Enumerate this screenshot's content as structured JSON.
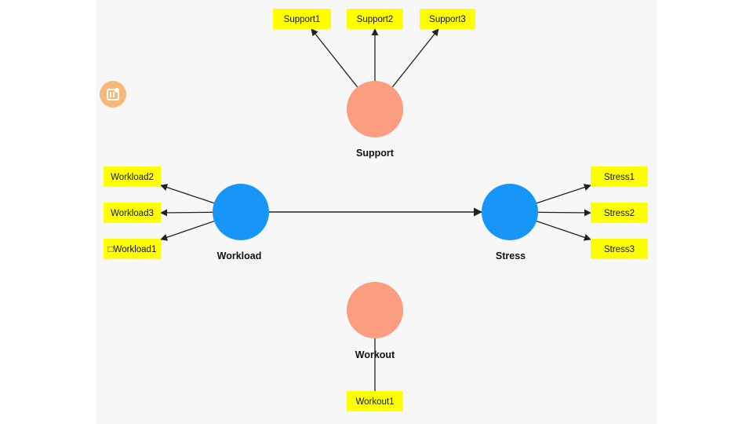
{
  "colors": {
    "exogenous": "#fa9e7f",
    "endogenous": "#1796f7",
    "indicator_fill": "#ffff00",
    "edge": "#222222"
  },
  "constructs": [
    {
      "id": "support",
      "label": "Support",
      "kind": "exogenous"
    },
    {
      "id": "workload",
      "label": "Workload",
      "kind": "endogenous"
    },
    {
      "id": "stress",
      "label": "Stress",
      "kind": "endogenous"
    },
    {
      "id": "workout",
      "label": "Workout",
      "kind": "exogenous"
    }
  ],
  "indicators": [
    {
      "id": "support1",
      "label": "Support1",
      "construct": "support"
    },
    {
      "id": "support2",
      "label": "Support2",
      "construct": "support"
    },
    {
      "id": "support3",
      "label": "Support3",
      "construct": "support"
    },
    {
      "id": "workload2",
      "label": "Workload2",
      "construct": "workload"
    },
    {
      "id": "workload3",
      "label": "Workload3",
      "construct": "workload"
    },
    {
      "id": "workload1",
      "label": "□Workload1",
      "construct": "workload"
    },
    {
      "id": "stress1",
      "label": "Stress1",
      "construct": "stress"
    },
    {
      "id": "stress2",
      "label": "Stress2",
      "construct": "stress"
    },
    {
      "id": "stress3",
      "label": "Stress3",
      "construct": "stress"
    },
    {
      "id": "workout1",
      "label": "Workout1",
      "construct": "workout"
    }
  ],
  "paths": [
    {
      "from": "workload",
      "to": "stress"
    }
  ],
  "toolbar": {
    "icon": "tool-icon"
  }
}
